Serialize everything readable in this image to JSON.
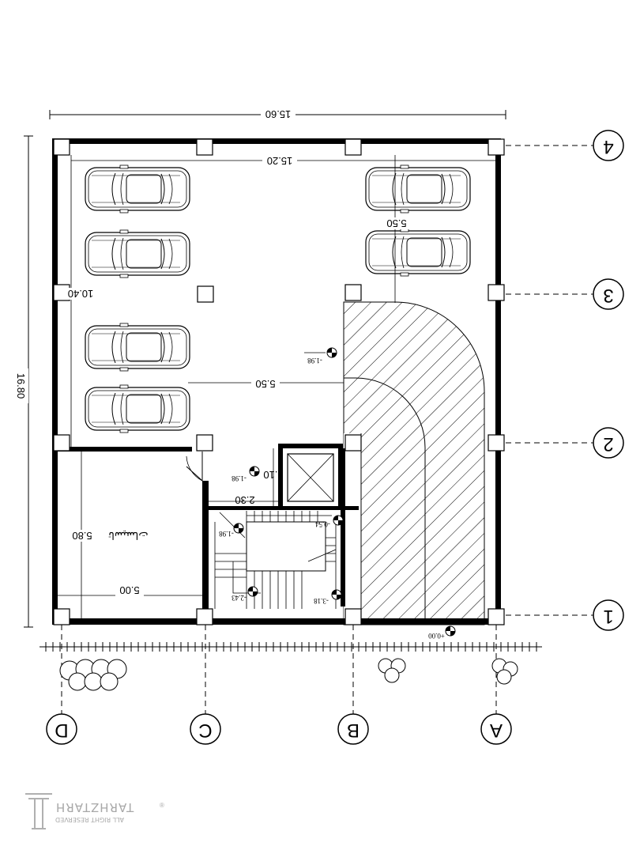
{
  "dimensions": {
    "overall_width": "15.60",
    "inner_width": "15.20",
    "overall_height": "16.80",
    "parking_depth": "10.40",
    "right_bay_depth": "5.50",
    "aisle_width": "5.50",
    "room_height": "5.80",
    "room_width": "5.00",
    "lobby_width": "2.30",
    "lobby_depth": "2.10"
  },
  "levels": {
    "parking": "-1.98",
    "lobby": "-1.98",
    "stair_landing_left": "-1.98",
    "stair_top": "-0.54",
    "stair_bottom_left": "-2.43",
    "stair_bottom_right": "-3.18",
    "street": "+0.00"
  },
  "room_label": "تاسیسات",
  "grid_axes": {
    "rows": [
      "1",
      "2",
      "3",
      "4"
    ],
    "columns": [
      "A",
      "B",
      "C",
      "D"
    ]
  },
  "watermark": {
    "brand": "TARHZTARH",
    "tagline": "ALL RIGHT RESERVED",
    "registered": "®"
  }
}
